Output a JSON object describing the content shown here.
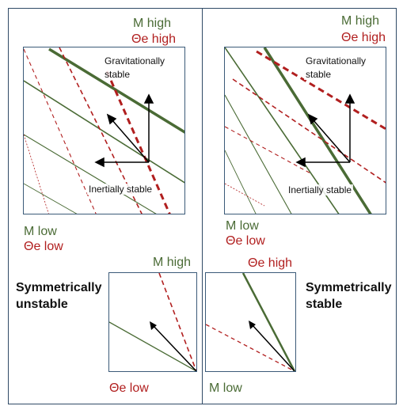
{
  "labels": {
    "m_high": "M high",
    "theta_high": "Θe high",
    "m_low": "M low",
    "theta_low": "Θe low",
    "grav_stable_1": "Gravitationally",
    "grav_stable_2": "stable",
    "inert_stable": "Inertially stable",
    "sym_unstable_1": "Symmetrically",
    "sym_unstable_2": "unstable",
    "sym_stable_1": "Symmetrically",
    "sym_stable_2": "stable"
  },
  "colors": {
    "m_lines": "#4a6b35",
    "theta_lines": "#b11f1f",
    "frame": "#2f4a66",
    "arrows": "#000000"
  }
}
